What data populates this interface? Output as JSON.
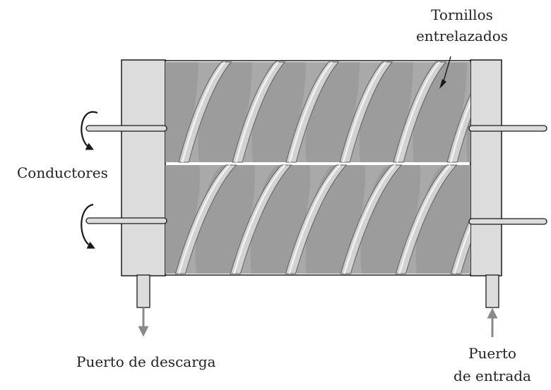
{
  "labels": {
    "screws_line1": "Tornillos",
    "screws_line2": "entrelazados",
    "drivers": "Conductores",
    "discharge": "Puerto de descarga",
    "inlet_line1": "Puerto",
    "inlet_line2": "de entrada"
  },
  "colors": {
    "end_cap": "#dcdcdc",
    "screw_fill": "#a9a9a9",
    "flight": "#d2d2d2",
    "flight_edge": "#5e5e5e",
    "outline": "#1a1a1a",
    "port_arrow": "#8a8a8a"
  }
}
